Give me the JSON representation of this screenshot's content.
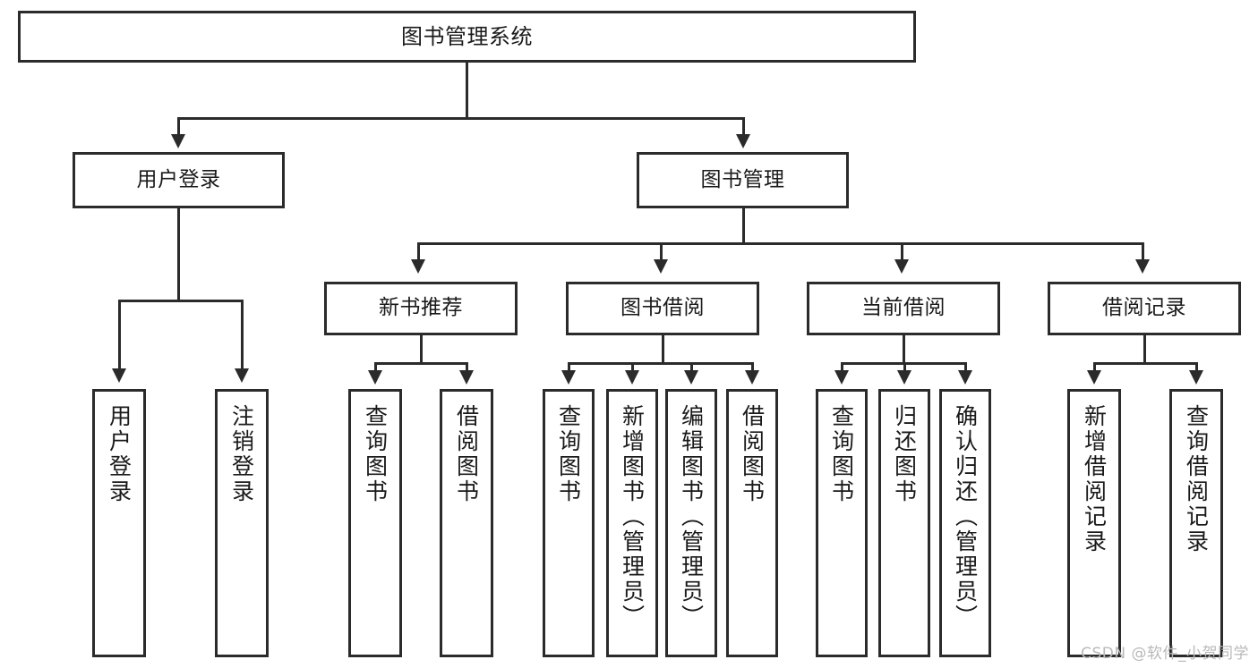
{
  "diagram": {
    "title": "图书管理系统",
    "type": "tree-hierarchy-chart",
    "watermark": "CSDN @软件_小贺同学"
  },
  "nodes": {
    "root": {
      "label": "图书管理系统"
    },
    "level2": [
      {
        "id": "user-login",
        "label": "用户登录"
      },
      {
        "id": "book-manage",
        "label": "图书管理"
      }
    ],
    "level3": [
      {
        "id": "new-book-recommend",
        "label": "新书推荐"
      },
      {
        "id": "book-borrow",
        "label": "图书借阅"
      },
      {
        "id": "current-borrow",
        "label": "当前借阅"
      },
      {
        "id": "borrow-record",
        "label": "借阅记录"
      }
    ],
    "leaves": [
      {
        "id": "leaf-user-login",
        "label": "用户登录"
      },
      {
        "id": "leaf-logout-login",
        "label": "注销登录"
      },
      {
        "id": "leaf-query-book-1",
        "label": "查询图书"
      },
      {
        "id": "leaf-borrow-book-1",
        "label": "借阅图书"
      },
      {
        "id": "leaf-query-book-2",
        "label": "查询图书"
      },
      {
        "id": "leaf-add-book-admin",
        "label": "新增图书（管理员）"
      },
      {
        "id": "leaf-edit-book-admin",
        "label": "编辑图书（管理员）"
      },
      {
        "id": "leaf-borrow-book-2",
        "label": "借阅图书"
      },
      {
        "id": "leaf-query-book-3",
        "label": "查询图书"
      },
      {
        "id": "leaf-return-book",
        "label": "归还图书"
      },
      {
        "id": "leaf-confirm-return-admin",
        "label": "确认归还（管理员）"
      },
      {
        "id": "leaf-add-borrow-record",
        "label": "新增借阅记录"
      },
      {
        "id": "leaf-query-borrow-record",
        "label": "查询借阅记录"
      }
    ]
  },
  "colors": {
    "stroke": "#2b2b2b",
    "fill": "#ffffff",
    "text": "#1a1a1a",
    "watermark": "#b9b9b9"
  },
  "chart_data": {
    "type": "tree",
    "title": "图书管理系统",
    "root": "图书管理系统",
    "edges": [
      {
        "from": "图书管理系统",
        "to": "用户登录"
      },
      {
        "from": "图书管理系统",
        "to": "图书管理"
      },
      {
        "from": "用户登录",
        "to": "用户登录"
      },
      {
        "from": "用户登录",
        "to": "注销登录"
      },
      {
        "from": "图书管理",
        "to": "新书推荐"
      },
      {
        "from": "图书管理",
        "to": "图书借阅"
      },
      {
        "from": "图书管理",
        "to": "当前借阅"
      },
      {
        "from": "图书管理",
        "to": "借阅记录"
      },
      {
        "from": "新书推荐",
        "to": "查询图书"
      },
      {
        "from": "新书推荐",
        "to": "借阅图书"
      },
      {
        "from": "图书借阅",
        "to": "查询图书"
      },
      {
        "from": "图书借阅",
        "to": "新增图书（管理员）"
      },
      {
        "from": "图书借阅",
        "to": "编辑图书（管理员）"
      },
      {
        "from": "图书借阅",
        "to": "借阅图书"
      },
      {
        "from": "当前借阅",
        "to": "查询图书"
      },
      {
        "from": "当前借阅",
        "to": "归还图书"
      },
      {
        "from": "当前借阅",
        "to": "确认归还（管理员）"
      },
      {
        "from": "借阅记录",
        "to": "新增借阅记录"
      },
      {
        "from": "借阅记录",
        "to": "查询借阅记录"
      }
    ],
    "levels": 4
  }
}
